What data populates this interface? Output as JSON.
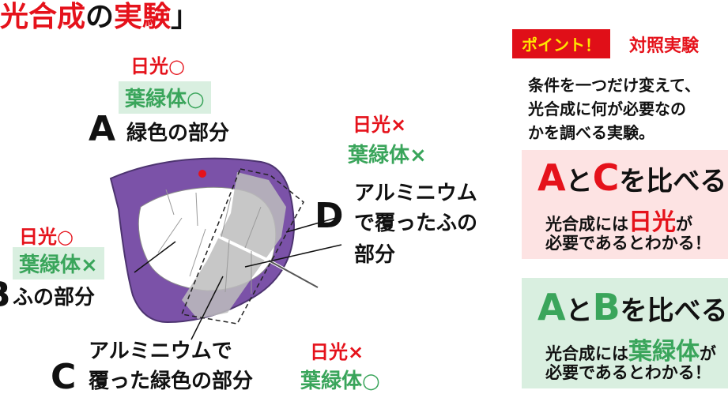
{
  "title": {
    "part1": "光合成",
    "part2": "の",
    "part3": "実験",
    "part4": "」"
  },
  "labels": {
    "A": "A",
    "B": "B",
    "C": "C",
    "D": "D"
  },
  "region_a": {
    "sun": "日光○",
    "chloro": "葉緑体○",
    "desc": "緑色の部分"
  },
  "region_b": {
    "sun": "日光○",
    "chloro": "葉緑体×",
    "desc": "ふの部分"
  },
  "region_c": {
    "desc1": "アルミニウムで",
    "desc2": "覆った緑色の部分",
    "sun": "日光×",
    "chloro": "葉緑体○"
  },
  "region_d": {
    "sun": "日光×",
    "chloro": "葉緑体×",
    "desc1": "アルミニウム",
    "desc2": "で覆ったふの",
    "desc3": "部分"
  },
  "point": {
    "badge": "ポイント！",
    "heading": "対照実験",
    "line1": "条件を一つだけ変えて、",
    "line2": "光合成に何が必要なの",
    "line3": "かを調べる実験。"
  },
  "compare_ac": {
    "A": "A",
    "to": "と",
    "C": "C",
    "rest": "を比べると",
    "line1_pre": "光合成には",
    "line1_key": "日光",
    "line1_post": "が",
    "line2": "必要であるとわかる！"
  },
  "compare_ab": {
    "A": "A",
    "to": "と",
    "B": "B",
    "rest": "を比べると",
    "line1_pre": "光合成には",
    "line1_key": "葉緑体",
    "line1_post": "が",
    "line2": "必要であるとわかる！"
  },
  "colors": {
    "accent_red": "#e5121b",
    "accent_green": "#3aa55b",
    "leaf_purple": "#7b52a8",
    "foil_gray": "#bdbdbd",
    "pink_panel": "#fde3e3",
    "green_panel": "#d9efe0",
    "badge_yellow": "#ffe500"
  }
}
